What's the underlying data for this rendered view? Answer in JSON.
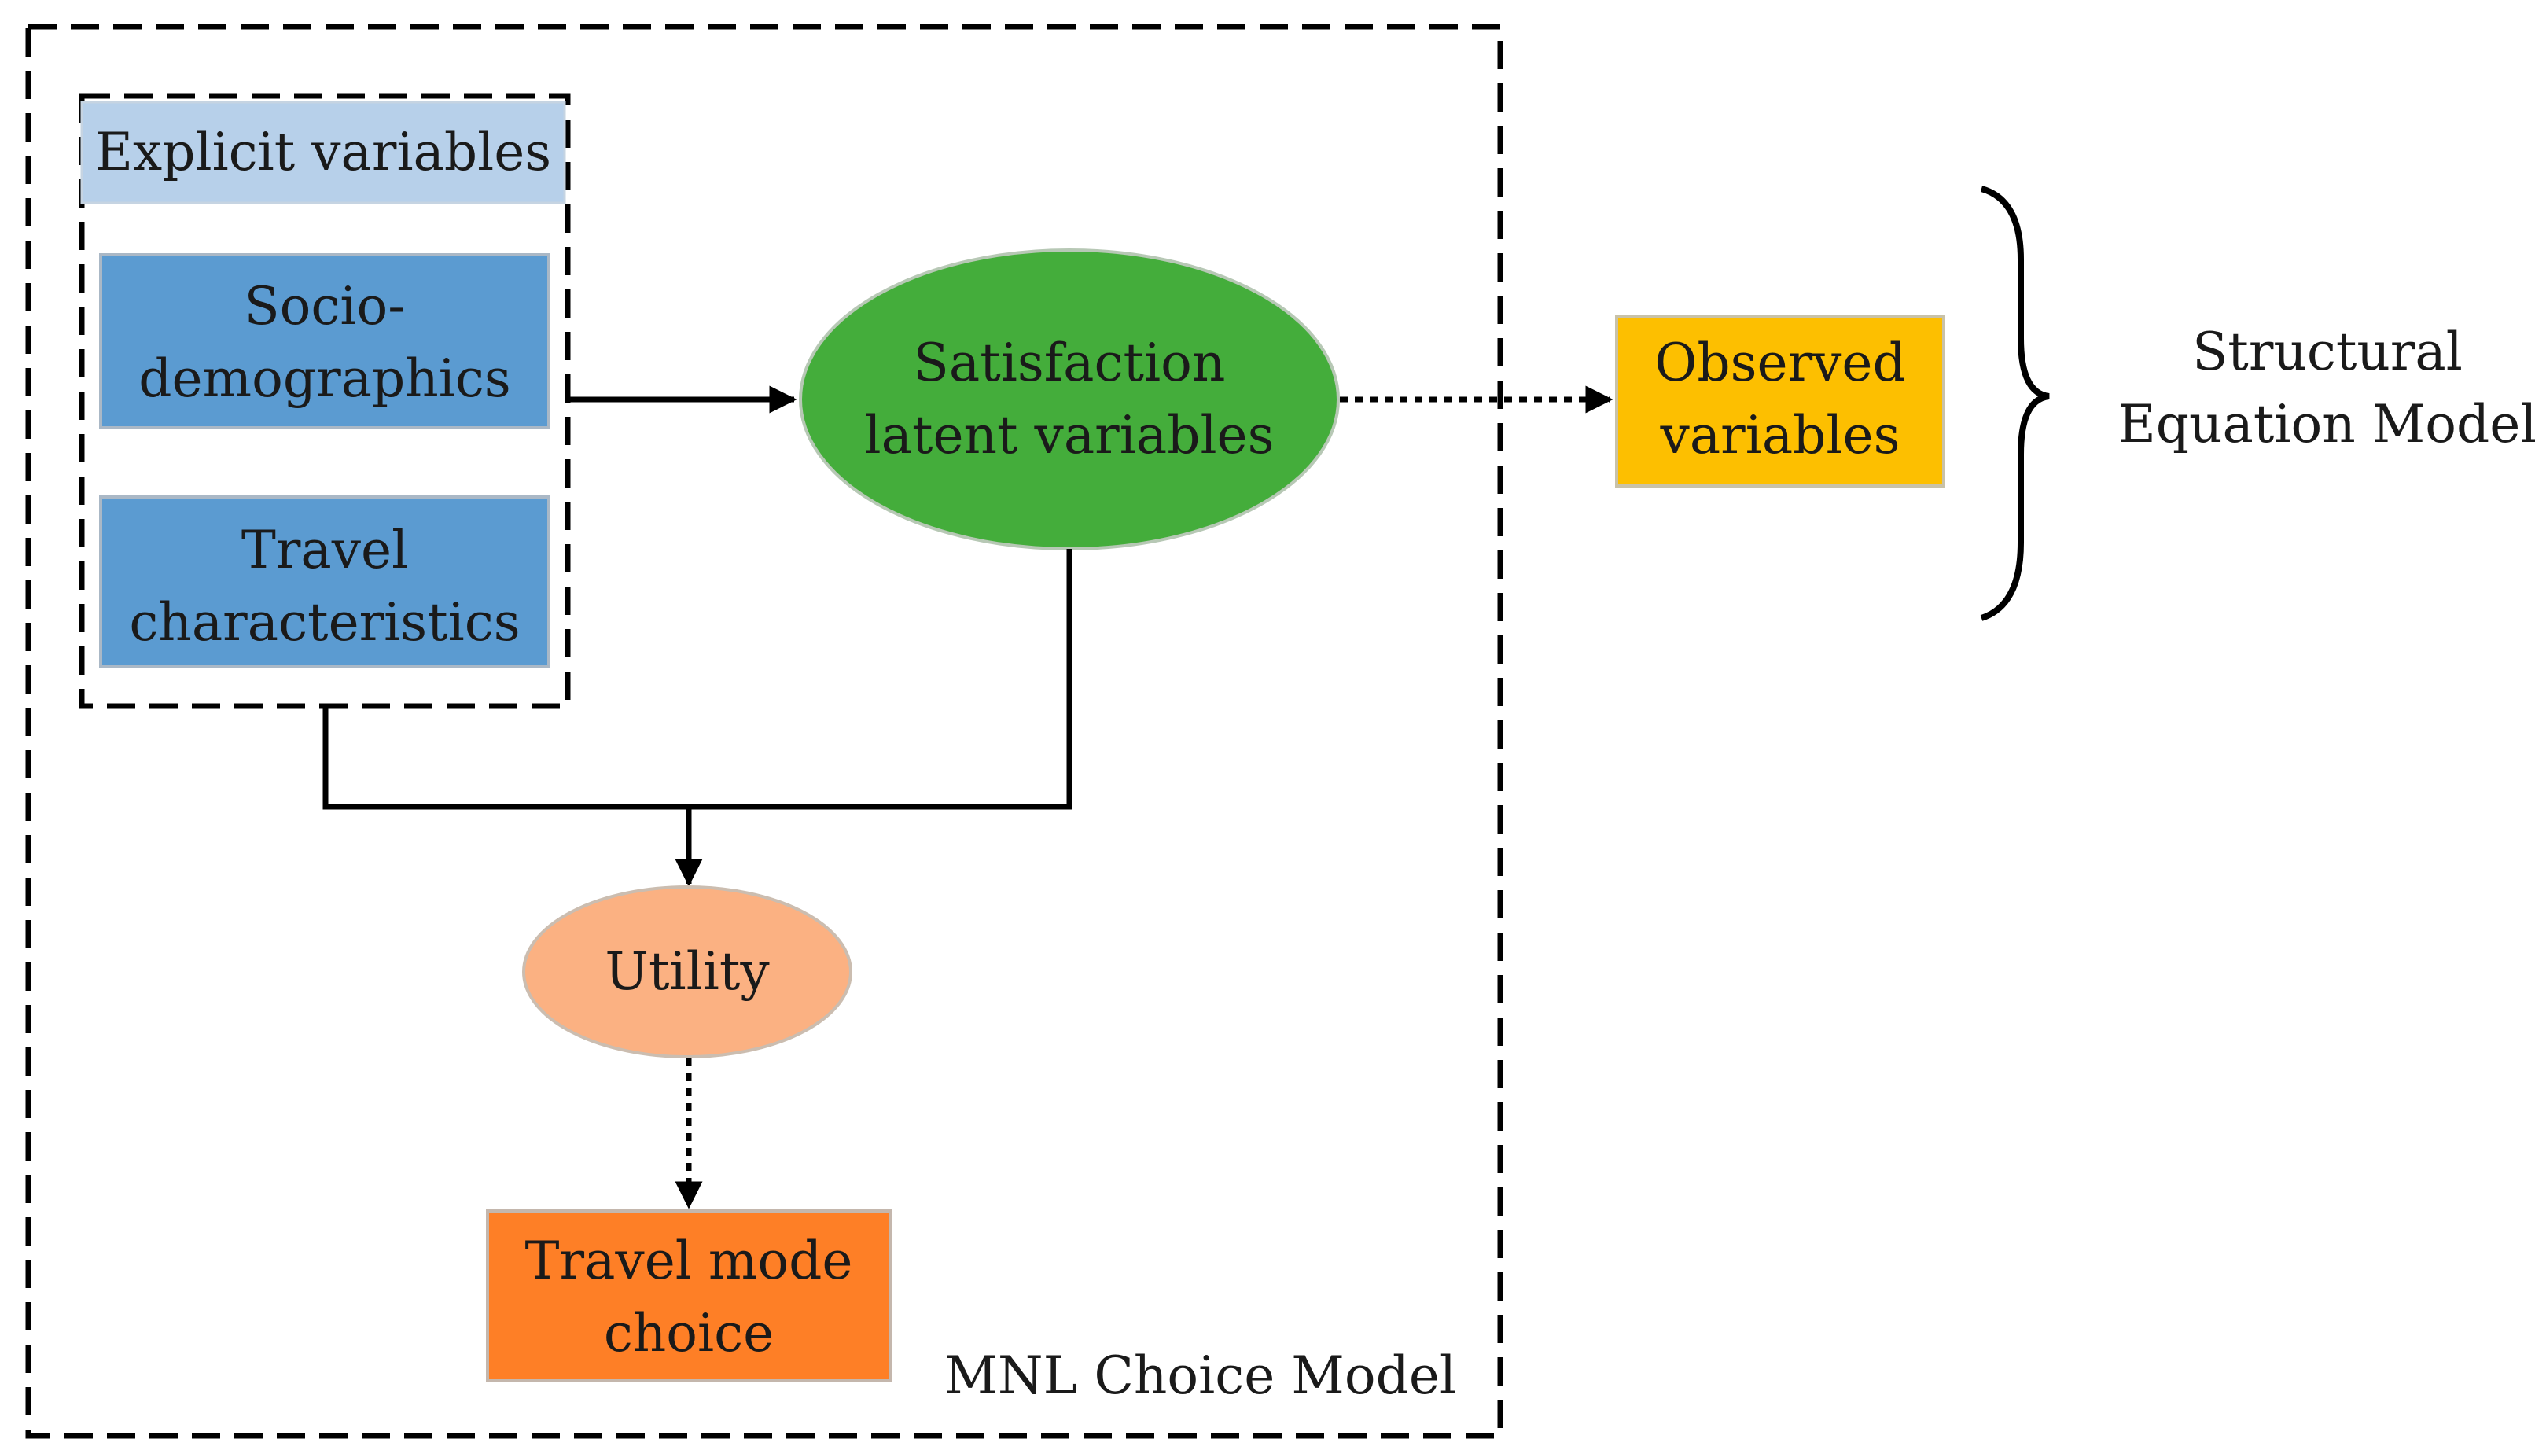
{
  "colors": {
    "explicit_header": "#b7d0ea",
    "blue_box": "#5b9bd1",
    "blue_border": "#aab8c6",
    "satisfaction": "#44ad3b",
    "observed": "#fdbf00",
    "utility": "#fbb182",
    "travel_mode": "#fe7f26",
    "line": "#000000"
  },
  "nodes": {
    "explicit_variables": {
      "label": "Explicit variables"
    },
    "socio_demographics": {
      "line1": "Socio-",
      "line2": "demographics"
    },
    "travel_characteristics": {
      "line1": "Travel",
      "line2": "characteristics"
    },
    "satisfaction": {
      "line1": "Satisfaction",
      "line2": "latent variables"
    },
    "observed": {
      "line1": "Observed",
      "line2": "variables"
    },
    "utility": {
      "label": "Utility"
    },
    "travel_mode_choice": {
      "line1": "Travel mode",
      "line2": "choice"
    }
  },
  "groups": {
    "mnl": {
      "label": "MNL Choice Model"
    },
    "sem": {
      "line1": "Structural",
      "line2": "Equation Model"
    }
  }
}
